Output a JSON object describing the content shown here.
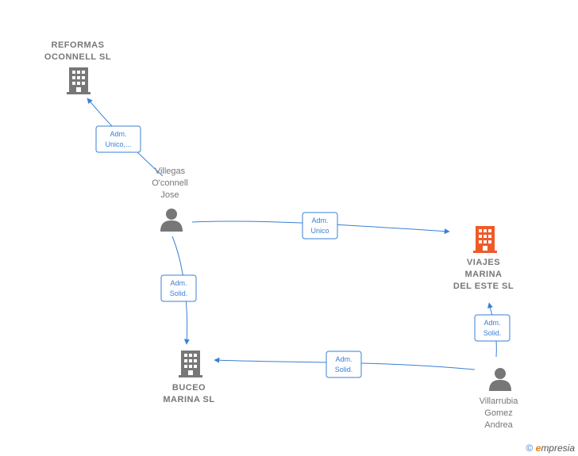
{
  "nodes": {
    "reformas": {
      "lines": [
        "REFORMAS",
        "OCONNELL  SL"
      ],
      "type": "company",
      "color": "#777777"
    },
    "villegas": {
      "lines": [
        "Villegas",
        "O'connell",
        "Jose"
      ],
      "type": "person",
      "color": "#777777"
    },
    "viajes": {
      "lines": [
        "VIAJES",
        "MARINA",
        "DEL ESTE  SL"
      ],
      "type": "company",
      "color": "#f05a28"
    },
    "buceo": {
      "lines": [
        "BUCEO",
        "MARINA  SL"
      ],
      "type": "company",
      "color": "#777777"
    },
    "villarrubia": {
      "lines": [
        "Villarrubia",
        "Gomez",
        "Andrea"
      ],
      "type": "person",
      "color": "#777777"
    }
  },
  "edges": [
    {
      "id": "e1",
      "lines": [
        "Adm.",
        "Unico,..."
      ]
    },
    {
      "id": "e2",
      "lines": [
        "Adm.",
        "Unico"
      ]
    },
    {
      "id": "e3",
      "lines": [
        "Adm.",
        "Solid."
      ]
    },
    {
      "id": "e4",
      "lines": [
        "Adm.",
        "Solid."
      ]
    },
    {
      "id": "e5",
      "lines": [
        "Adm.",
        "Solid."
      ]
    }
  ],
  "footer": {
    "copyright": "©",
    "brand_initial": "e",
    "brand_rest": "mpresia"
  },
  "colors": {
    "edge": "#3a7fd5",
    "node_gray": "#777777",
    "highlight": "#f05a28"
  }
}
